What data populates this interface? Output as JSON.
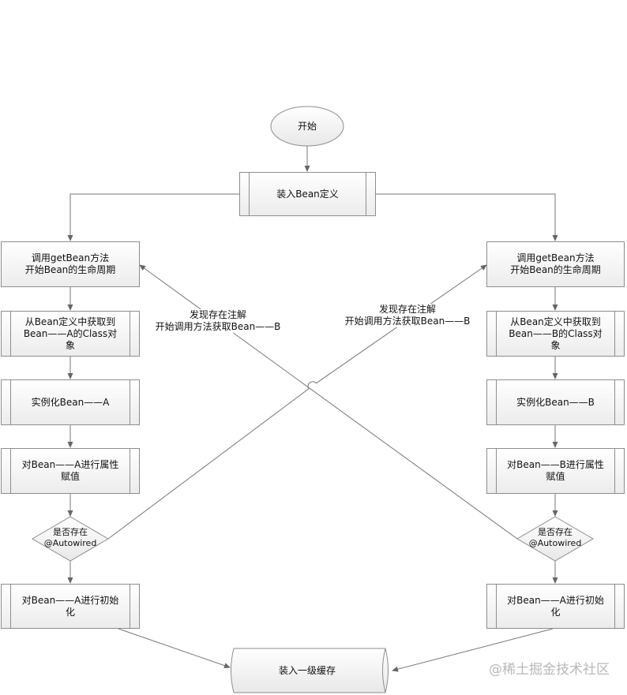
{
  "start": "开始",
  "load_def": "装入Bean定义",
  "left": {
    "get_bean": "调用getBean方法\n开始Bean的生命周期",
    "get_class": "从Bean定义中获取到\nBean——A的Class对\n象",
    "instantiate": "实例化Bean——A",
    "assign": "对Bean——A进行属性\n赋值",
    "check": "是否存在\n@Autowired",
    "init": "对Bean——A进行初始\n化"
  },
  "right": {
    "get_bean": "调用getBean方法\n开始Bean的生命周期",
    "get_class": "从Bean定义中获取到\nBean——B的Class对\n象",
    "instantiate": "实例化Bean——B",
    "assign": "对Bean——B进行属性\n赋值",
    "check": "是否存在\n@Autowired",
    "init": "对Bean——A进行初始\n化"
  },
  "edge_labels": {
    "left_cross": "发现存在注解\n开始调用方法获取Bean——B",
    "right_cross": "发现存在注解\n开始调用方法获取Bean——B"
  },
  "cache": "装入一级缓存",
  "watermark": "@稀土掘金技术社区"
}
